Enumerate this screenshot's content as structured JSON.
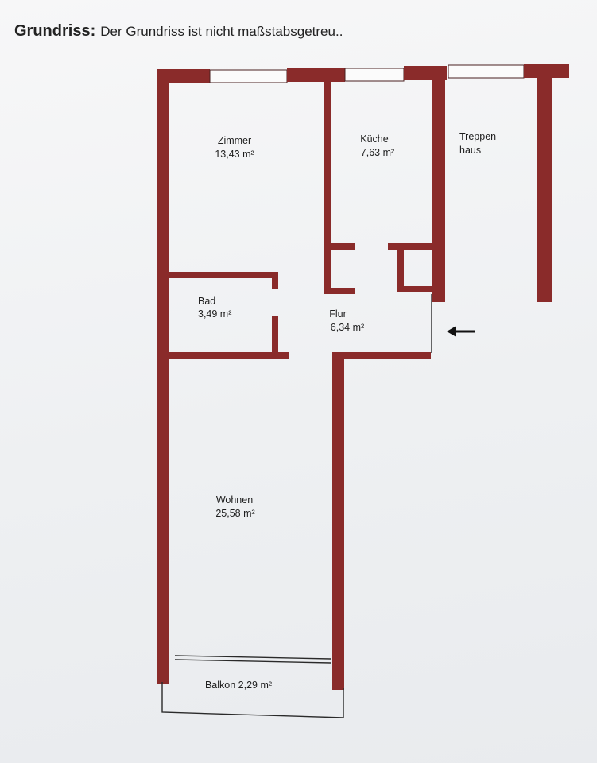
{
  "header": {
    "title": "Grundriss:",
    "note": "Der Grundriss ist nicht maßstabsgetreu.."
  },
  "rooms": {
    "zimmer": {
      "name": "Zimmer",
      "area": "13,43 m²"
    },
    "kueche": {
      "name": "Küche",
      "area": "7,63 m²"
    },
    "treppenhaus": {
      "name_line1": "Treppen-",
      "name_line2": "haus"
    },
    "bad": {
      "name": "Bad",
      "area": "3,49 m²"
    },
    "flur": {
      "name": "Flur",
      "area": "6,34 m²"
    },
    "wohnen": {
      "name": "Wohnen",
      "area": "25,58 m²"
    },
    "balkon": {
      "label": "Balkon 2,29 m²"
    }
  },
  "colors": {
    "wall": "#8a2b2a",
    "paper": "#f2f3f5",
    "text": "#1e1e1e"
  },
  "icons": {
    "entrance": "arrow-left-icon"
  }
}
